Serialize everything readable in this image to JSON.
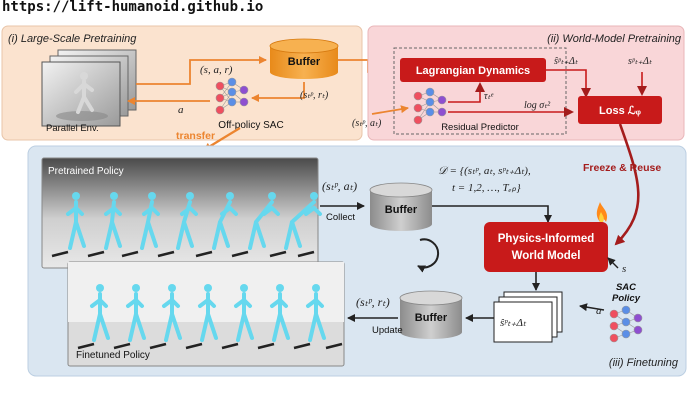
{
  "url": "https://lift-humanoid.github.io",
  "panel1": {
    "title": "(i) Large-Scale Pretraining",
    "env_label": "Parallel Env.",
    "buffer": "Buffer",
    "sar": "(s, a, r)",
    "a": "a",
    "sp_r": "(sₜᵖ, rₜ)",
    "sac_label": "Off-policy SAC",
    "transfer": "transfer"
  },
  "panel2": {
    "title": "(ii) World-Model Pretraining",
    "lagrangian": "Lagrangian Dynamics",
    "loss": "Loss ℒᵩ",
    "residual": "Residual Predictor",
    "input": "(sₜᵖ, aₜ)",
    "shat": "ŝᵖₜ₊Δₜ",
    "s_next": "sᵖₜ₊Δₜ",
    "eps": "τₜᵉ",
    "logsig": "log σₜ²"
  },
  "panel3": {
    "title": "(iii) Finetuning",
    "pretrained_policy": "Pretrained Policy",
    "finetuned_policy": "Finetuned Policy",
    "collect": "Collect",
    "update": "Update",
    "buffer_top": "Buffer",
    "buffer_bottom": "Buffer",
    "collect_tuple": "(sₜᵖ, aₜ)",
    "update_tuple": "(sₜᵖ, rₜ)",
    "dataset_line1": "𝒟 = {(sₜᵖ, aₜ, sᵖₜ₊Δₜ),",
    "dataset_line2": "t = 1,2, …, Tₑₚ}",
    "world_model_line1": "Physics-Informed",
    "world_model_line2": "World Model",
    "freeze": "Freeze & Reuse",
    "sac_policy_line1": "SAC",
    "sac_policy_line2": "Policy",
    "s": "s",
    "a": "a",
    "shat_stack": "ŝᵖₜ₊Δₜ"
  },
  "colors": {
    "orange_panel": "#fbe3cf",
    "pink_panel": "#f9d6d8",
    "blue_panel": "#dae6f1",
    "buffer_orange": "#f39a2a",
    "red_box": "#c81a1a",
    "orange_arrow": "#ec8530",
    "dark_red_arrow": "#a41c1c",
    "robot_cyan": "#66d8ee"
  }
}
